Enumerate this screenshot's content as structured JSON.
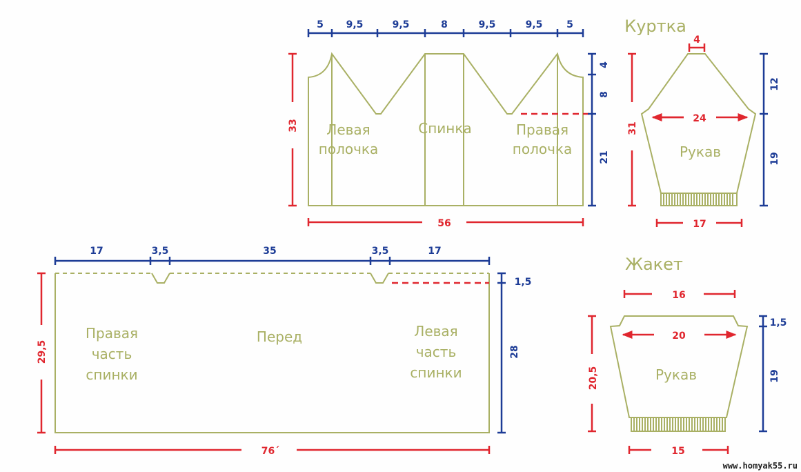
{
  "colors": {
    "outline": "#a9b064",
    "red_dim": "#e0262e",
    "blue_dim": "#1d3c96"
  },
  "kurtka": {
    "title": "Куртка",
    "body": {
      "top_dims": [
        "5",
        "9,5",
        "9,5",
        "8",
        "9,5",
        "9,5",
        "5"
      ],
      "height": "33",
      "width": "56",
      "right_dims": [
        "4",
        "8",
        "21"
      ],
      "labels": {
        "left_1": "Левая",
        "left_2": "полочка",
        "back": "Спинка",
        "right_1": "Правая",
        "right_2": "полочка"
      }
    },
    "sleeve": {
      "top": "4",
      "width": "24",
      "cuff": "17",
      "height": "31",
      "right_dims": [
        "12",
        "19"
      ],
      "label": "Рукав"
    }
  },
  "zhaket": {
    "title": "Жакет",
    "body": {
      "top_dims": [
        "17",
        "3,5",
        "35",
        "3,5",
        "17"
      ],
      "height": "29,5",
      "width": "76´",
      "right_dims": [
        "1,5",
        "28"
      ],
      "labels": {
        "left_1": "Правая",
        "left_2": "часть",
        "left_3": "спинки",
        "front": "Перед",
        "right_1": "Левая",
        "right_2": "часть",
        "right_3": "спинки"
      }
    },
    "sleeve": {
      "top": "16",
      "width": "20",
      "cuff": "15",
      "height": "20,5",
      "right_dims": [
        "1,5",
        "19"
      ],
      "label": "Рукав"
    }
  },
  "watermark": "www.homyak55.ru"
}
